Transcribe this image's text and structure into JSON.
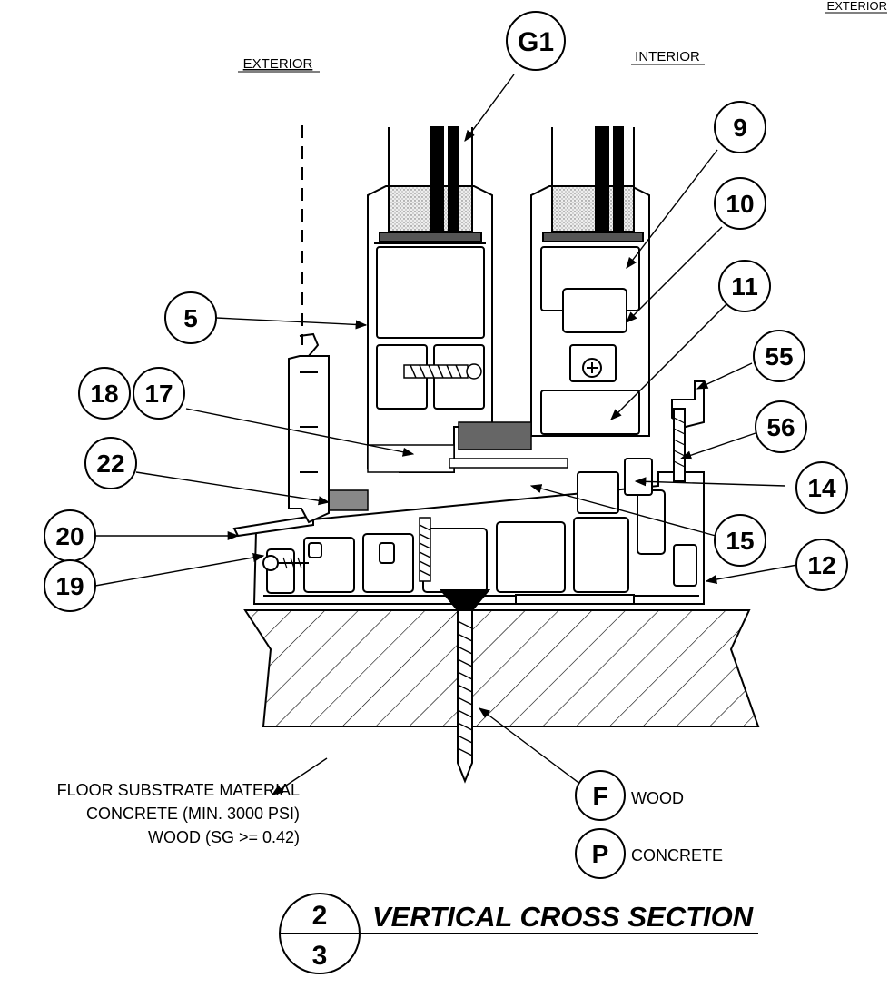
{
  "labels": {
    "exterior_left": "EXTERIOR",
    "interior": "INTERIOR",
    "exterior_corner": "EXTERIOR"
  },
  "callouts": [
    {
      "id": "G1"
    },
    {
      "id": "9"
    },
    {
      "id": "10"
    },
    {
      "id": "11"
    },
    {
      "id": "5"
    },
    {
      "id": "55"
    },
    {
      "id": "56"
    },
    {
      "id": "18"
    },
    {
      "id": "17"
    },
    {
      "id": "22"
    },
    {
      "id": "14"
    },
    {
      "id": "20"
    },
    {
      "id": "15"
    },
    {
      "id": "12"
    },
    {
      "id": "19"
    },
    {
      "id": "F"
    },
    {
      "id": "P"
    }
  ],
  "fastener_notes": {
    "F": "WOOD",
    "P": "CONCRETE"
  },
  "substrate_note": {
    "line1": "FLOOR SUBSTRATE MATERIAL",
    "line2": "CONCRETE (MIN. 3000 PSI)",
    "line3": "WOOD (SG >= 0.42)"
  },
  "section_tag": {
    "number": "2",
    "sheet": "3",
    "title": "VERTICAL CROSS SECTION"
  }
}
